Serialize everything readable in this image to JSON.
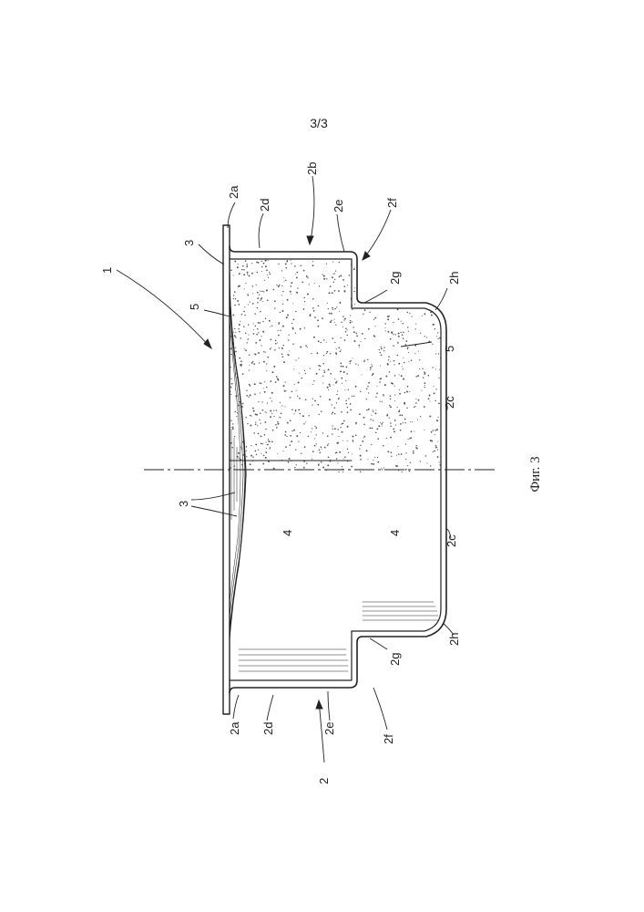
{
  "page": {
    "number": "3/3"
  },
  "figure": {
    "caption": "Фиг. 3",
    "labels": {
      "l1": "1",
      "l2": "2",
      "l2a": "2a",
      "l2b": "2b",
      "l2c": "2c",
      "l2d": "2d",
      "l2e": "2e",
      "l2f": "2f",
      "l2g": "2g",
      "l2h": "2h",
      "l3": "3",
      "l4": "4",
      "l5": "5"
    }
  },
  "colors": {
    "ink": "#222222",
    "stipple": "#555555"
  }
}
